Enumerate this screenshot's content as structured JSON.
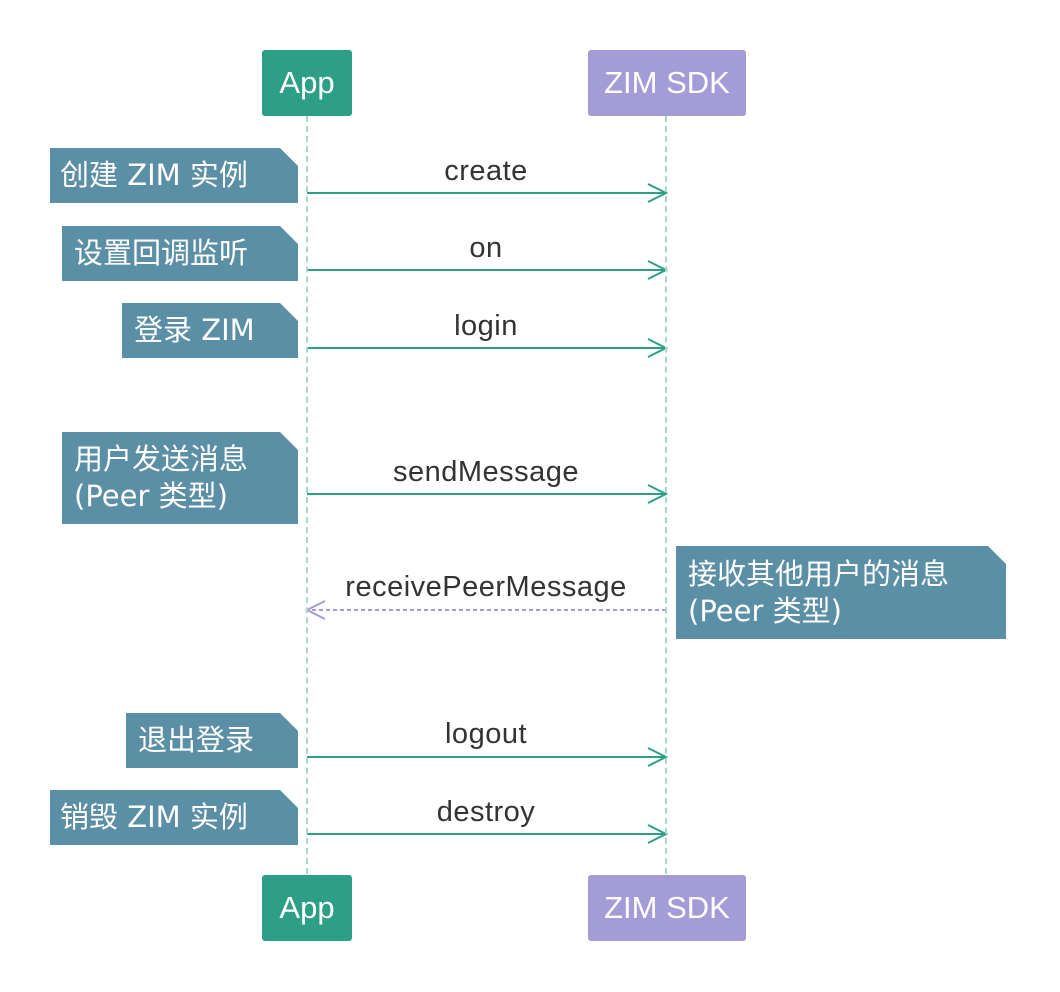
{
  "participants": {
    "app": "App",
    "sdk": "ZIM SDK"
  },
  "colors": {
    "app_box": "#2d9f87",
    "sdk_box": "#a49cd6",
    "note_box": "#5b8fa6",
    "arrow_solid": "#2d9f87",
    "arrow_dashed": "#a49cd6",
    "lifeline": "#a8d8cc"
  },
  "messages": [
    {
      "label": "create",
      "direction": "app_to_sdk",
      "style": "solid"
    },
    {
      "label": "on",
      "direction": "app_to_sdk",
      "style": "solid"
    },
    {
      "label": "login",
      "direction": "app_to_sdk",
      "style": "solid"
    },
    {
      "label": "sendMessage",
      "direction": "app_to_sdk",
      "style": "solid"
    },
    {
      "label": "receivePeerMessage",
      "direction": "sdk_to_app",
      "style": "dashed"
    },
    {
      "label": "logout",
      "direction": "app_to_sdk",
      "style": "solid"
    },
    {
      "label": "destroy",
      "direction": "app_to_sdk",
      "style": "solid"
    }
  ],
  "notes": [
    {
      "lines": [
        "创建 ZIM 实例"
      ]
    },
    {
      "lines": [
        "设置回调监听"
      ]
    },
    {
      "lines": [
        "登录 ZIM"
      ]
    },
    {
      "lines": [
        "用户发送消息",
        " (Peer 类型)"
      ]
    },
    {
      "lines": [
        "接收其他用户的消息",
        "  (Peer 类型)"
      ]
    },
    {
      "lines": [
        "退出登录"
      ]
    },
    {
      "lines": [
        "销毁 ZIM 实例"
      ]
    }
  ]
}
